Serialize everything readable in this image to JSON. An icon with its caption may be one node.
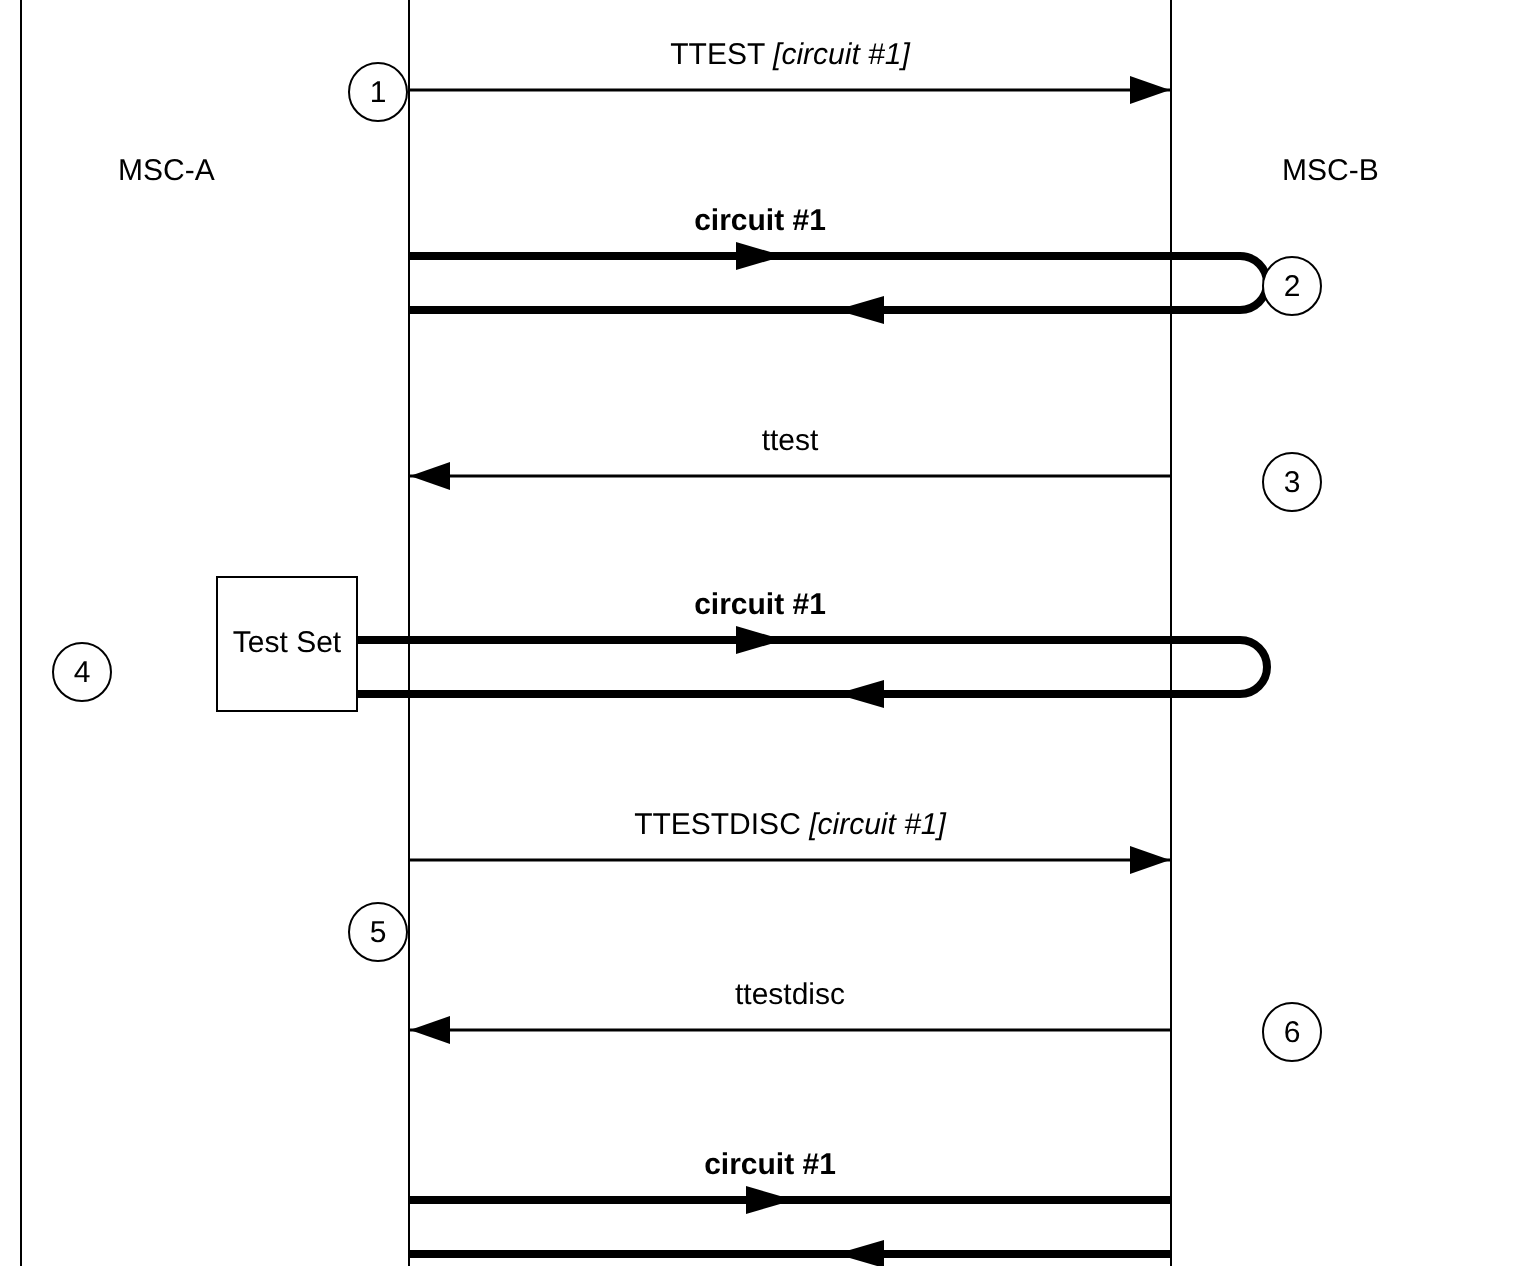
{
  "diagram": {
    "nodes": [
      {
        "text": [
          "MSC-A"
        ]
      },
      {
        "text": [
          "1"
        ],
        "in": 0
      },
      {
        "text": [
          "MSC-B"
        ]
      },
      {
        "text": [
          "2"
        ],
        "in": 2
      },
      {
        "text": [
          "3"
        ],
        "in": 2
      },
      {
        "text": [
          "4"
        ],
        "in": 0
      },
      {
        "text": [
          "Test Set"
        ],
        "in": 0
      },
      {
        "text": [
          "5"
        ],
        "in": 0
      },
      {
        "text": [
          "6"
        ],
        "in": 2
      }
    ],
    "edges": [
      {
        "from": 0,
        "to": 2,
        "arrow": "to",
        "label": "TTEST *[circuit #1]*"
      },
      {
        "from": 0,
        "to": 2,
        "arrow": "to",
        "label": "circuit #1"
      },
      {
        "from": 2,
        "to": 0,
        "arrow": "to"
      },
      {
        "from": 2,
        "to": 0,
        "arrow": "to",
        "label": "ttest"
      },
      {
        "from": 6,
        "to": 2,
        "arrow": "to",
        "label": "circuit #1"
      },
      {
        "from": 2,
        "to": 6,
        "arrow": "to"
      },
      {
        "from": 0,
        "to": 2,
        "arrow": "to",
        "label": "TTESTDISC *[circuit #1]*"
      },
      {
        "from": 2,
        "to": 0,
        "arrow": "to",
        "label": "ttestdisc"
      },
      {
        "from": 0,
        "to": 2,
        "arrow": "to",
        "label": "circuit #1"
      },
      {
        "from": 2,
        "to": 0,
        "arrow": "to"
      }
    ]
  }
}
